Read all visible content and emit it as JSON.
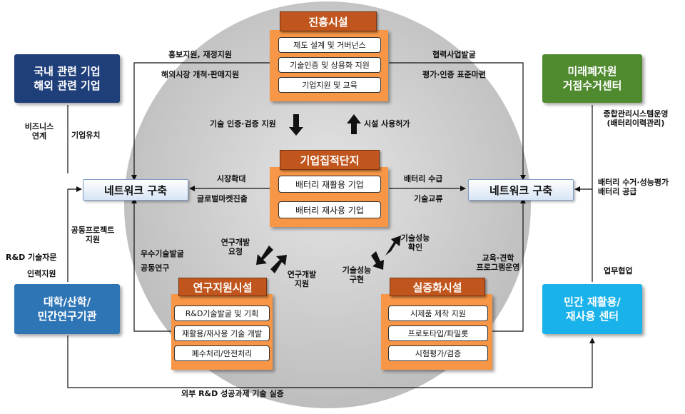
{
  "corners": {
    "domestic": {
      "line1": "국내 관련 기업",
      "line2": "해외 관련 기업",
      "color": "#1f3f7a"
    },
    "future": {
      "line1": "미래폐자원",
      "line2": "거점수거센터",
      "color": "#4f8a2e"
    },
    "university": {
      "line1": "대학/산학/",
      "line2": "민간연구기관",
      "color": "#2e75b6"
    },
    "private": {
      "line1": "민간 재활용/",
      "line2": "재사용 센터",
      "color": "#1ab2ea"
    }
  },
  "network": {
    "left": "네트워크 구축",
    "right": "네트워크 구축"
  },
  "groups": {
    "promotion": {
      "title": "진흥시설",
      "items": [
        "제도 설계 및 거버넌스",
        "기술인증 및 상용화 지원",
        "기업지원 및 교육"
      ]
    },
    "cluster": {
      "title": "기업집적단지",
      "items": [
        "배터리 재활용 기업",
        "배터리 재사용 기업"
      ]
    },
    "research": {
      "title": "연구지원시설",
      "items": [
        "R&D기술발굴 및 기획",
        "재활용/재사용 기술 개발",
        "폐수처리/안전처리"
      ]
    },
    "demo": {
      "title": "실증화시설",
      "items": [
        "시제품 제작 지원",
        "프로토타입/파일롯",
        "시험평가/검증"
      ]
    }
  },
  "labels": {
    "pr_support": "홍보지원, 재정지원",
    "overseas_market": "해외시장 개척·판매지원",
    "coop_project": "협력사업발굴",
    "eval_standard": "평가·인증 표준마련",
    "tech_cert": "기술 인증·검증 지원",
    "facility_use": "시설 사용허가",
    "market_expand": "시장확대",
    "global_market": "글로벌마켓진출",
    "battery_supply": "배터리 수급",
    "tech_exchange": "기술교류",
    "business_link_1": "비즈니스",
    "business_link_2": "연계",
    "attract": "기업유치",
    "joint_project_1": "공동프로젝트",
    "joint_project_2": "지원",
    "rnd_advice": "R&D 기술자문",
    "staff_support": "인력지원",
    "excellent_tech": "우수기술발굴",
    "joint_research": "공동연구",
    "rnd_request_1": "연구개발",
    "rnd_request_2": "요청",
    "rnd_support_1": "연구개발",
    "rnd_support_2": "지원",
    "perf_check_1": "기술성능",
    "perf_check_2": "확인",
    "perf_impl_1": "기술성능",
    "perf_impl_2": "구현",
    "edu_program_1": "교육·견학",
    "edu_program_2": "프로그램운영",
    "integrated_system_1": "종합관리시스템운영",
    "integrated_system_2": "(배터리이력관리)",
    "battery_collect_1": "배터리 수거·성능평가",
    "battery_collect_2": "배터리 공급",
    "work_coop": "업무협업",
    "external_rnd": "외부 R&D 성공과제 기술 실증"
  }
}
